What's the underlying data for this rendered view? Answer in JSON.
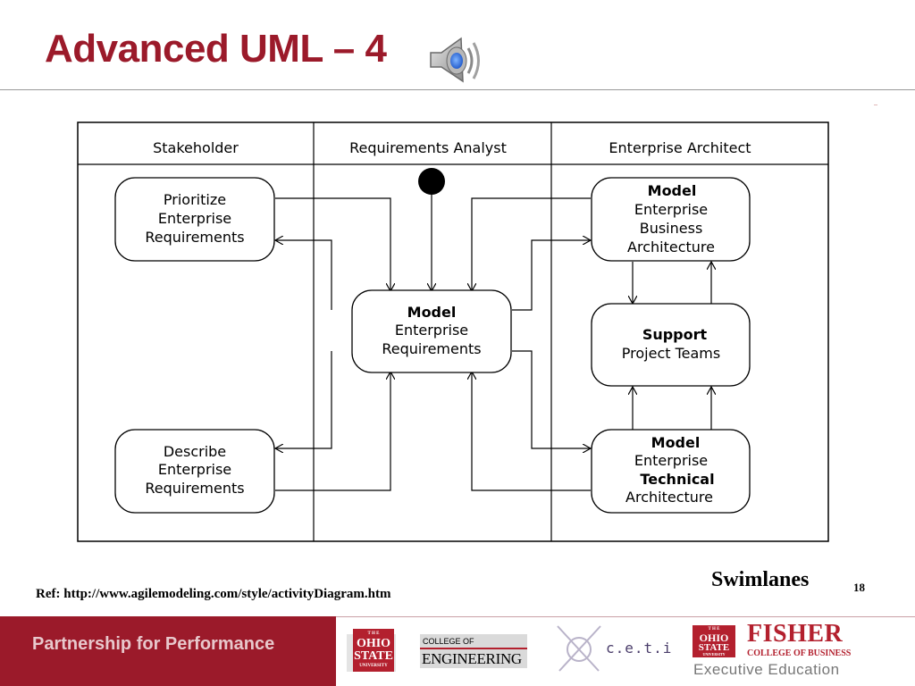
{
  "slide": {
    "title": "Advanced UML – 4",
    "caption": "Swimlanes",
    "page_number": "18",
    "reference": "Ref: http://www.agilemodeling.com/style/activityDiagram.htm"
  },
  "icons": {
    "speaker": "speaker-icon",
    "initial_node": "initial-node",
    "ceti_logo": "ceti-logo-mark"
  },
  "diagram": {
    "lanes": [
      {
        "label": "Stakeholder"
      },
      {
        "label": "Requirements Analyst"
      },
      {
        "label": "Enterprise Architect"
      }
    ],
    "activities": {
      "prioritize": {
        "lines": [
          "Prioritize",
          "Enterprise",
          "Requirements"
        ]
      },
      "describe": {
        "lines": [
          "Describe",
          "Enterprise",
          "Requirements"
        ]
      },
      "model_req": {
        "bold": "Model",
        "lines": [
          "Enterprise",
          "Requirements"
        ]
      },
      "model_business": {
        "bold": "Model",
        "lines": [
          "Enterprise",
          "Business",
          "Architecture"
        ]
      },
      "support": {
        "bold": "Support",
        "lines": [
          "Project Teams"
        ]
      },
      "model_technical": {
        "lines_a": [
          "Model"
        ],
        "line_b": "Enterprise",
        "line_c": "Technical",
        "line_d": "Architecture"
      }
    }
  },
  "footer": {
    "tagline": "Partnership for Performance",
    "osu_logo": {
      "the": "T H E",
      "line1": "OHIO",
      "line2": "STATE",
      "line3": "UNIVERSITY"
    },
    "engineering_logo": {
      "line1": "COLLEGE OF",
      "line2": "ENGINEERING"
    },
    "ceti": "c.e.t.i",
    "fisher": {
      "name": "FISHER",
      "subtitle": "COLLEGE OF BUSINESS",
      "program": "Executive Education",
      "seal": {
        "the": "T H E",
        "line1": "OHIO",
        "line2": "STATE",
        "line3": "UNIVERSITY"
      }
    }
  },
  "colors": {
    "brand": "#9b1a2a",
    "seal_red": "#b3202e",
    "diagram_stroke": "#000000",
    "ceti_purple": "#4a3d6a"
  }
}
